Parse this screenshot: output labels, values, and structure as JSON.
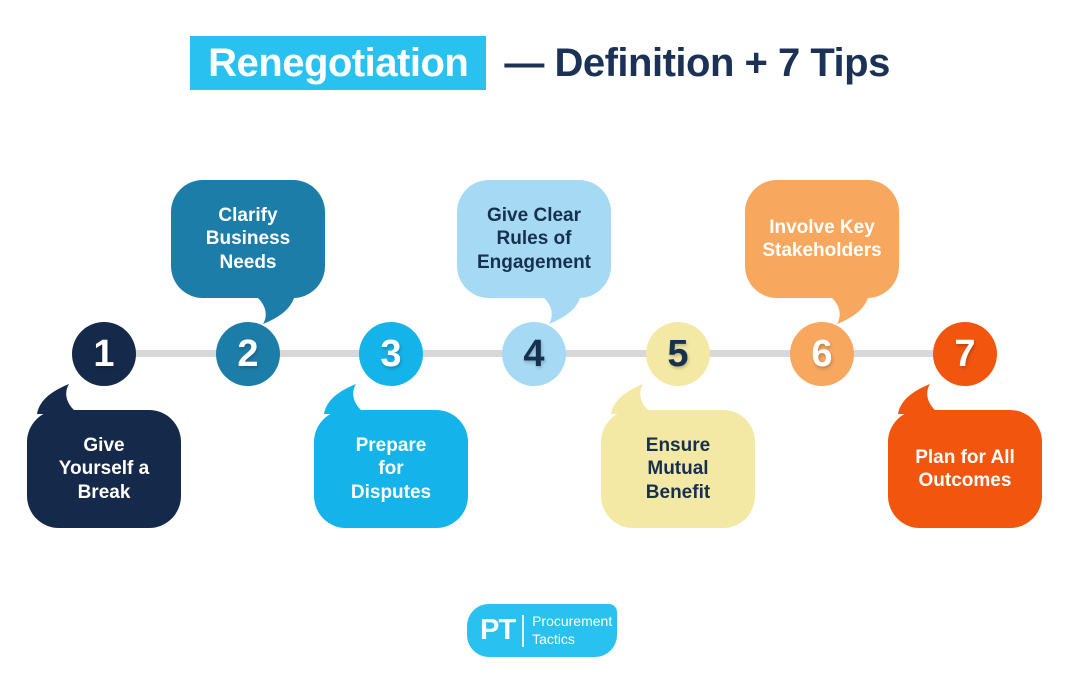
{
  "title": {
    "highlight": "Renegotiation",
    "rest": "— Definition + 7 Tips"
  },
  "steps": [
    {
      "number": "1",
      "label": "Give\nYourself a\nBreak",
      "color": "#15294a",
      "text_color": "#ffffff",
      "bubble_position": "below"
    },
    {
      "number": "2",
      "label": "Clarify\nBusiness\nNeeds",
      "color": "#1d7da9",
      "text_color": "#ffffff",
      "bubble_position": "above"
    },
    {
      "number": "3",
      "label": "Prepare\nfor\nDisputes",
      "color": "#14b3e9",
      "text_color": "#ffffff",
      "bubble_position": "below"
    },
    {
      "number": "4",
      "label": "Give Clear\nRules of\nEngagement",
      "color": "#a6daf4",
      "text_color": "#16304f",
      "bubble_position": "above"
    },
    {
      "number": "5",
      "label": "Ensure\nMutual\nBenefit",
      "color": "#f4e9a4",
      "text_color": "#16304f",
      "bubble_position": "below"
    },
    {
      "number": "6",
      "label": "Involve Key\nStakeholders",
      "color": "#f7a75e",
      "text_color": "#ffffff",
      "bubble_position": "above"
    },
    {
      "number": "7",
      "label": "Plan for All\nOutcomes",
      "color": "#f2550e",
      "text_color": "#ffffff",
      "bubble_position": "below"
    }
  ],
  "logo": {
    "initials": "PT",
    "name_line1": "Procurement",
    "name_line2": "Tactics",
    "color": "#29c1ef"
  },
  "colors": {
    "background": "#ffffff",
    "title_highlight_bg": "#29c1ef",
    "title_text": "#1b3156",
    "timeline_line": "#d8d8d8"
  }
}
